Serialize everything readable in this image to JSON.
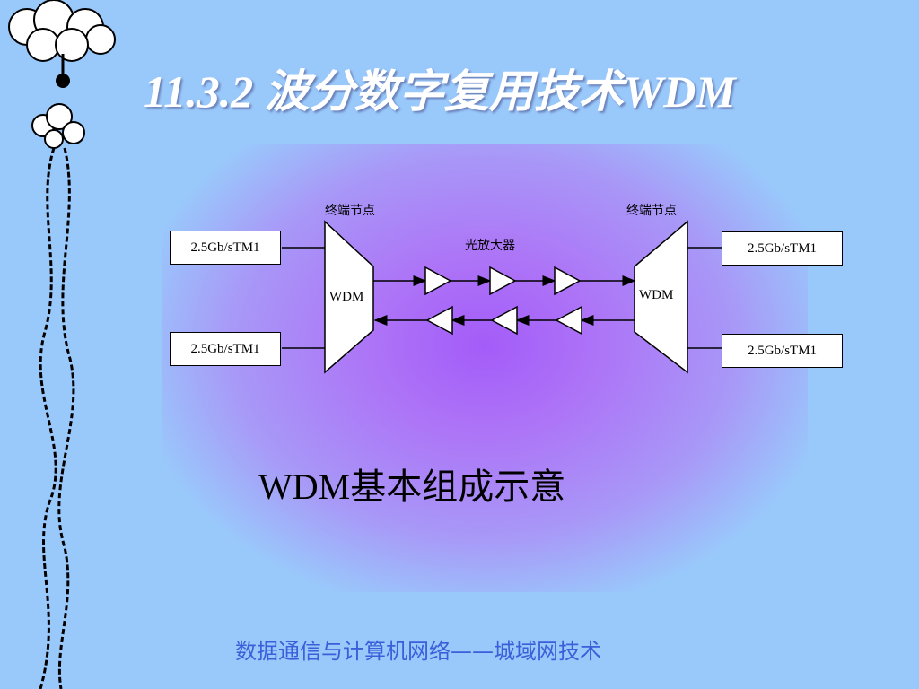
{
  "title": "11.3.2  波分数字复用技术WDM",
  "diagram": {
    "terminal_left_label": "终端节点",
    "terminal_right_label": "终端节点",
    "amplifier_label": "光放大器",
    "mux_left_label": "WDM",
    "mux_right_label": "WDM",
    "left_top_box": "2.5Gb/sTM1",
    "left_bottom_box": "2.5Gb/sTM1",
    "right_top_box": "2.5Gb/sTM1",
    "right_bottom_box": "2.5Gb/sTM1"
  },
  "caption": "WDM基本组成示意",
  "footer": "数据通信与计算机网络——城域网技术",
  "colors": {
    "background": "#99c8fb",
    "glow": "#a45cf8",
    "title": "#ffffff",
    "footer": "#3a5fd9"
  }
}
